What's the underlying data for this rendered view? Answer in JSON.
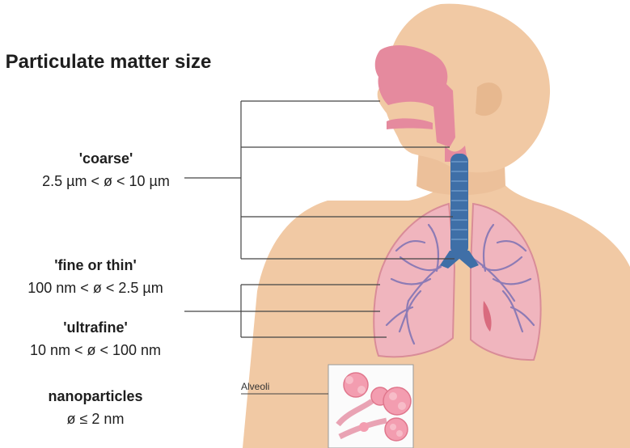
{
  "title": "Particulate matter size",
  "categories": [
    {
      "id": "coarse",
      "name": "'coarse'",
      "range": "2.5 µm < ø < 10 µm"
    },
    {
      "id": "fine",
      "name": "'fine or thin'",
      "range": "100 nm < ø < 2.5 µm"
    },
    {
      "id": "ultrafine",
      "name": "'ultrafine'",
      "range": "10 nm < ø < 100 nm"
    },
    {
      "id": "nano",
      "name": "nanoparticles",
      "range": "ø ≤ 2 nm"
    }
  ],
  "inset_label": "Alveoli",
  "colors": {
    "skin": "#f1c9a4",
    "skin_shade": "#e7b88f",
    "airway": "#e58a9e",
    "lung_fill": "#f0b5be",
    "lung_edge": "#d98c98",
    "bronchi": "#8d7bb5",
    "trachea": "#3f6fa7",
    "leader_line": "#444444",
    "alveoli_pink": "#f39db0"
  }
}
